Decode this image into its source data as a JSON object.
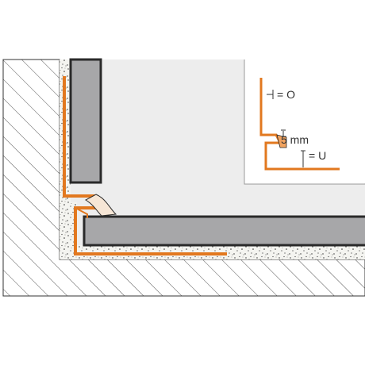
{
  "diagram": {
    "labels": {
      "upper_leg": "= O",
      "gap": "5 mm",
      "lower_leg": "= U"
    },
    "colors": {
      "background": "#ffffff",
      "wall_panel": "#ededed",
      "tile": "#a7a7a9",
      "tile_edge": "#2a2a2a",
      "adhesive": "#f4f4f0",
      "adhesive_dots": "#333333",
      "profile": "#e2781f",
      "profile_fill": "#f2a35f",
      "hatch": "#555555",
      "outline": "#333333"
    }
  }
}
